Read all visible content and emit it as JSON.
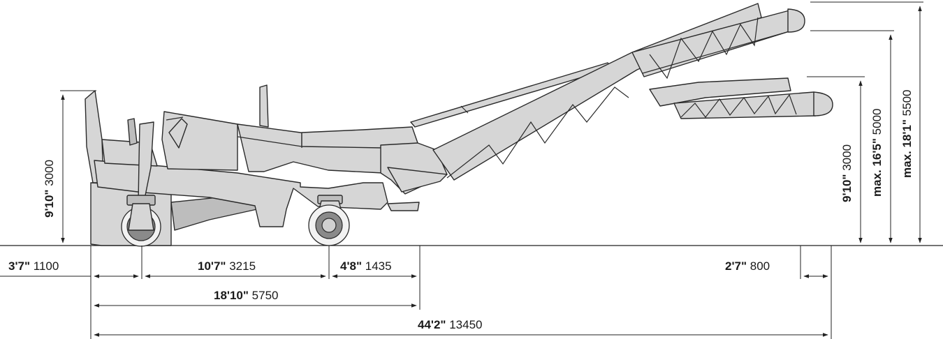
{
  "dimensions": {
    "front_overhang": {
      "imperial": "3'7\"",
      "metric": "1100"
    },
    "wheelbase": {
      "imperial": "10'7\"",
      "metric": "3215"
    },
    "rear_to_conveyor": {
      "imperial": "4'8\"",
      "metric": "1435"
    },
    "machine_length": {
      "imperial": "18'10\"",
      "metric": "5750"
    },
    "total_length": {
      "imperial": "44'2\"",
      "metric": "13450"
    },
    "conveyor_tip_offset": {
      "imperial": "2'7\"",
      "metric": "800"
    },
    "machine_height": {
      "imperial": "9'10\"",
      "metric": "3000"
    },
    "discharge_height_min": {
      "imperial": "9'10\"",
      "metric": "3000"
    },
    "discharge_height_mid": {
      "imperial": "max. 16'5\"",
      "metric": "5000"
    },
    "discharge_height_max": {
      "imperial": "max. 18'1\"",
      "metric": "5500"
    }
  },
  "colors": {
    "machine_fill": "#d6d6d6",
    "line": "#2a2a2a",
    "background": "#ffffff"
  }
}
